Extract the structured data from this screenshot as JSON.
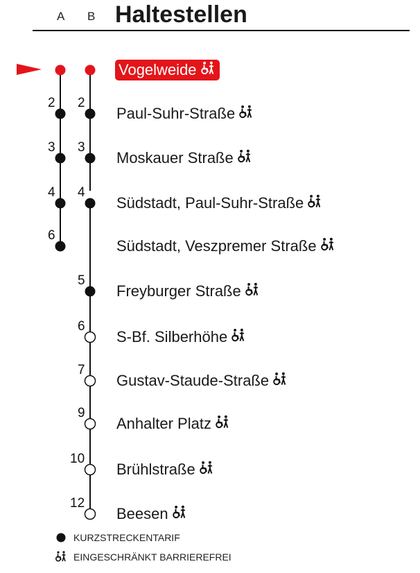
{
  "header": {
    "col_a": "A",
    "col_b": "B",
    "title": "Haltestellen"
  },
  "colors": {
    "accent": "#e3151a",
    "dot_filled": "#111111",
    "line": "#111111"
  },
  "stops": [
    {
      "name": "Vogelweide",
      "current": true,
      "accessible": true,
      "a": {
        "num": "",
        "dot": "red"
      },
      "b": {
        "num": "",
        "dot": "red"
      }
    },
    {
      "name": "Paul-Suhr-Straße",
      "accessible": true,
      "a": {
        "num": "2",
        "dot": "filled"
      },
      "b": {
        "num": "2",
        "dot": "filled"
      }
    },
    {
      "name": "Moskauer Straße",
      "accessible": true,
      "a": {
        "num": "3",
        "dot": "filled"
      },
      "b": {
        "num": "3",
        "dot": "filled"
      }
    },
    {
      "name": "Südstadt, Paul-Suhr-Straße",
      "accessible": true,
      "a": {
        "num": "4",
        "dot": "filled"
      },
      "b": {
        "num": "4",
        "dot": "filled"
      }
    },
    {
      "name": "Südstadt, Veszpremer Straße",
      "accessible": true,
      "a": {
        "num": "6",
        "dot": "filled"
      },
      "b": null
    },
    {
      "name": "Freyburger Straße",
      "accessible": true,
      "a": null,
      "b": {
        "num": "5",
        "dot": "filled"
      }
    },
    {
      "name": "S-Bf. Silberhöhe",
      "accessible": true,
      "a": null,
      "b": {
        "num": "6",
        "dot": "open"
      }
    },
    {
      "name": "Gustav-Staude-Straße",
      "accessible": true,
      "a": null,
      "b": {
        "num": "7",
        "dot": "open"
      }
    },
    {
      "name": "Anhalter Platz",
      "accessible": true,
      "a": null,
      "b": {
        "num": "9",
        "dot": "open"
      }
    },
    {
      "name": "Brühlstraße",
      "accessible": true,
      "a": null,
      "b": {
        "num": "10",
        "dot": "open"
      }
    },
    {
      "name": "Beesen",
      "accessible": true,
      "a": null,
      "b": {
        "num": "12",
        "dot": "open"
      }
    }
  ],
  "legend": {
    "short_fare": "KURZSTRECKENTARIF",
    "accessible": "EINGESCHRÄNKT BARRIEREFREI",
    "short_fare_icon": "filled-dot-icon",
    "accessible_icon": "wheelchair-person-icon"
  }
}
